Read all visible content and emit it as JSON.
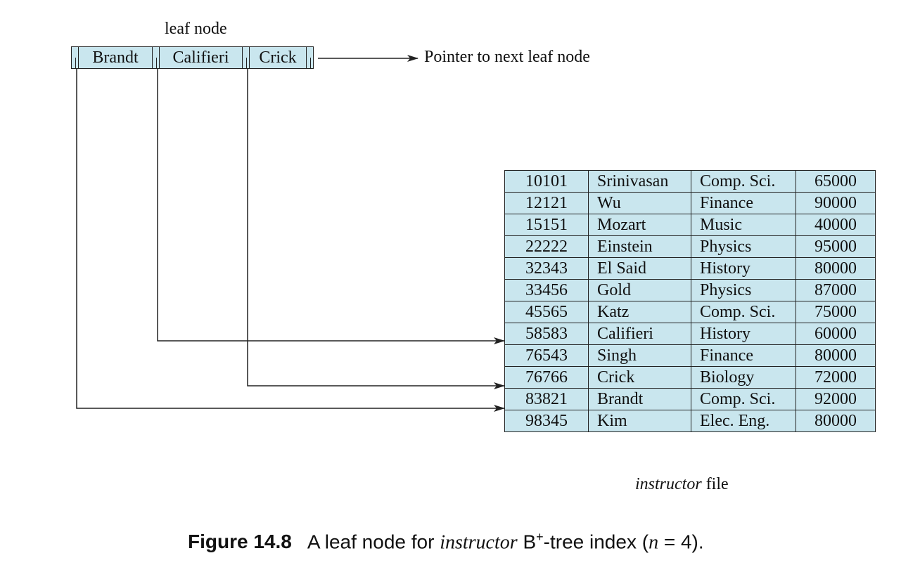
{
  "leaf_node": {
    "label": "leaf node",
    "keys": [
      "Brandt",
      "Califieri",
      "Crick"
    ],
    "next_pointer_label": "Pointer to next leaf node"
  },
  "instructor_table": {
    "rows": [
      [
        "10101",
        "Srinivasan",
        "Comp. Sci.",
        "65000"
      ],
      [
        "12121",
        "Wu",
        "Finance",
        "90000"
      ],
      [
        "15151",
        "Mozart",
        "Music",
        "40000"
      ],
      [
        "22222",
        "Einstein",
        "Physics",
        "95000"
      ],
      [
        "32343",
        "El Said",
        "History",
        "80000"
      ],
      [
        "33456",
        "Gold",
        "Physics",
        "87000"
      ],
      [
        "45565",
        "Katz",
        "Comp. Sci.",
        "75000"
      ],
      [
        "58583",
        "Califieri",
        "History",
        "60000"
      ],
      [
        "76543",
        "Singh",
        "Finance",
        "80000"
      ],
      [
        "76766",
        "Crick",
        "Biology",
        "72000"
      ],
      [
        "83821",
        "Brandt",
        "Comp. Sci.",
        "92000"
      ],
      [
        "98345",
        "Kim",
        "Elec. Eng.",
        "80000"
      ]
    ]
  },
  "file_caption": {
    "italic": "instructor",
    "rest": " file"
  },
  "figure_caption": {
    "number": "Figure 14.8",
    "text_before": "A leaf node for ",
    "italic_word": "instructor",
    "text_b": " B",
    "superscript": "+",
    "text_after_sup": "-tree index (",
    "italic_n": "n",
    "text_end": " = 4)."
  },
  "colors": {
    "cell_fill": "#c9e6ee",
    "line": "#222222"
  }
}
